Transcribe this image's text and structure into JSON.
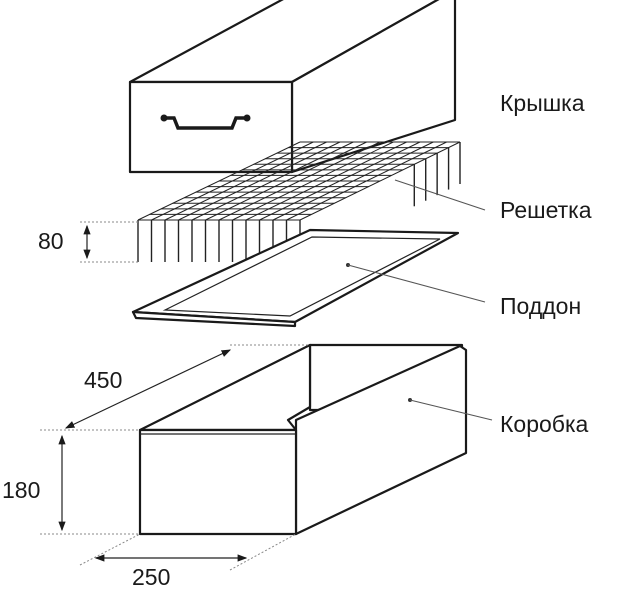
{
  "labels": {
    "lid": "Крышка",
    "grid": "Решетка",
    "tray": "Поддон",
    "box": "Коробка"
  },
  "dimensions": {
    "grid_height": "80",
    "box_length": "450",
    "box_height": "180",
    "box_width": "250"
  }
}
